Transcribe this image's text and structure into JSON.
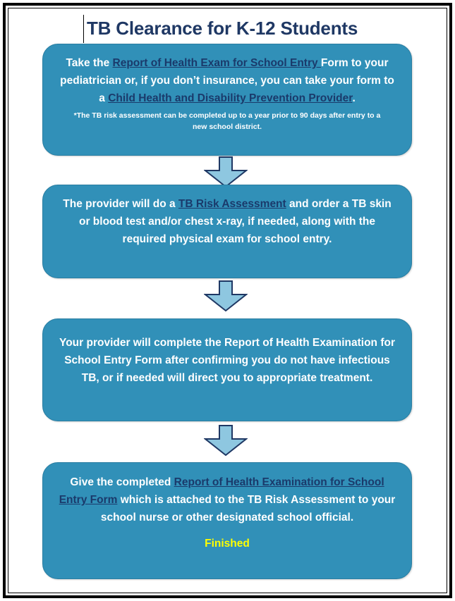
{
  "page": {
    "title": "TB Clearance for K-12 Students",
    "border_color": "#000000",
    "background": "#ffffff"
  },
  "colors": {
    "box_fill": "#3190b8",
    "box_border": "#2a7ea2",
    "title_text": "#1f3864",
    "body_text": "#ffffff",
    "link_text": "#1a3a6b",
    "finished_text": "#ffff00",
    "arrow_fill": "#8ec7e0",
    "arrow_border": "#1f3864"
  },
  "flowchart": {
    "type": "flowchart",
    "orientation": "vertical",
    "steps": [
      {
        "id": "step-1",
        "segments": [
          {
            "text": "Take the ",
            "link": false
          },
          {
            "text": "Report of Health Exam for School Entry ",
            "link": true
          },
          {
            "text": " Form to your pediatrician or, if you don’t insurance, you can take your form to a ",
            "link": false
          },
          {
            "text": "Child Health and Disability Prevention Provider",
            "link": true
          },
          {
            "text": ".",
            "link": false
          }
        ],
        "note": "*The TB risk assessment can be completed up to a year prior to 90 days after entry to a new school district.",
        "finished": null
      },
      {
        "id": "step-2",
        "segments": [
          {
            "text": "The provider will do a ",
            "link": false
          },
          {
            "text": "TB Risk Assessment",
            "link": true
          },
          {
            "text": " and order a TB skin or blood test and/or chest x-ray, if needed, along with the required physical exam for school entry.",
            "link": false
          }
        ],
        "note": null,
        "finished": null
      },
      {
        "id": "step-3",
        "segments": [
          {
            "text": "Your provider will complete the Report of Health Examination for School Entry Form after confirming you do not have infectious TB, or if needed will direct you to appropriate treatment.",
            "link": false
          }
        ],
        "note": null,
        "finished": null
      },
      {
        "id": "step-4",
        "segments": [
          {
            "text": "Give the completed ",
            "link": false
          },
          {
            "text": "Report of Health Examination for School Entry Form",
            "link": true
          },
          {
            "text": " which is attached to the TB Risk Assessment to your school nurse or other designated school official.",
            "link": false
          }
        ],
        "note": null,
        "finished": "Finished"
      }
    ],
    "connectors": [
      {
        "id": "connector-1",
        "icon": "down-arrow-icon",
        "from": "step-1",
        "to": "step-2"
      },
      {
        "id": "connector-2",
        "icon": "down-arrow-icon",
        "from": "step-2",
        "to": "step-3"
      },
      {
        "id": "connector-3",
        "icon": "down-arrow-icon",
        "from": "step-3",
        "to": "step-4"
      }
    ]
  }
}
